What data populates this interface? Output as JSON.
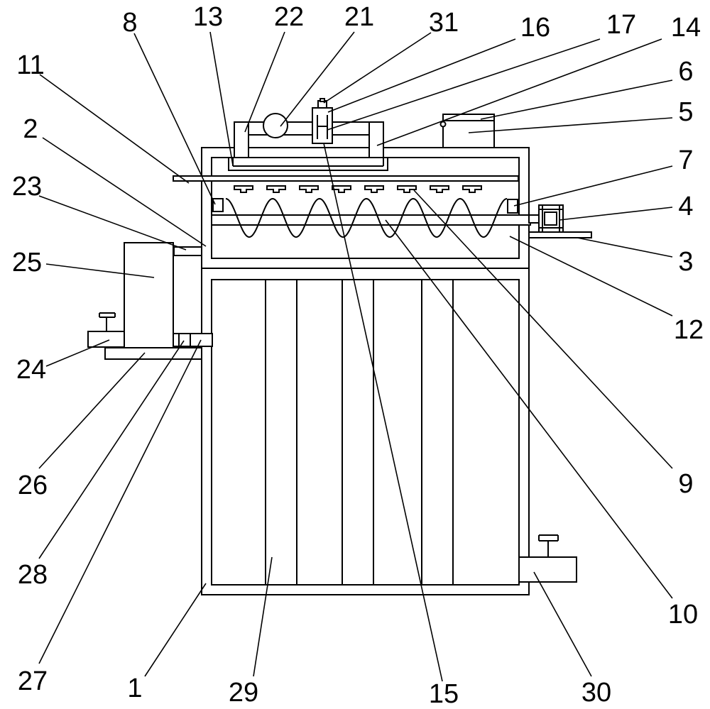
{
  "figure": {
    "labels": [
      "1",
      "2",
      "3",
      "4",
      "5",
      "6",
      "7",
      "8",
      "9",
      "10",
      "11",
      "12",
      "13",
      "14",
      "15",
      "16",
      "17",
      "21",
      "22",
      "23",
      "24",
      "25",
      "26",
      "27",
      "28",
      "29",
      "30",
      "31"
    ]
  }
}
